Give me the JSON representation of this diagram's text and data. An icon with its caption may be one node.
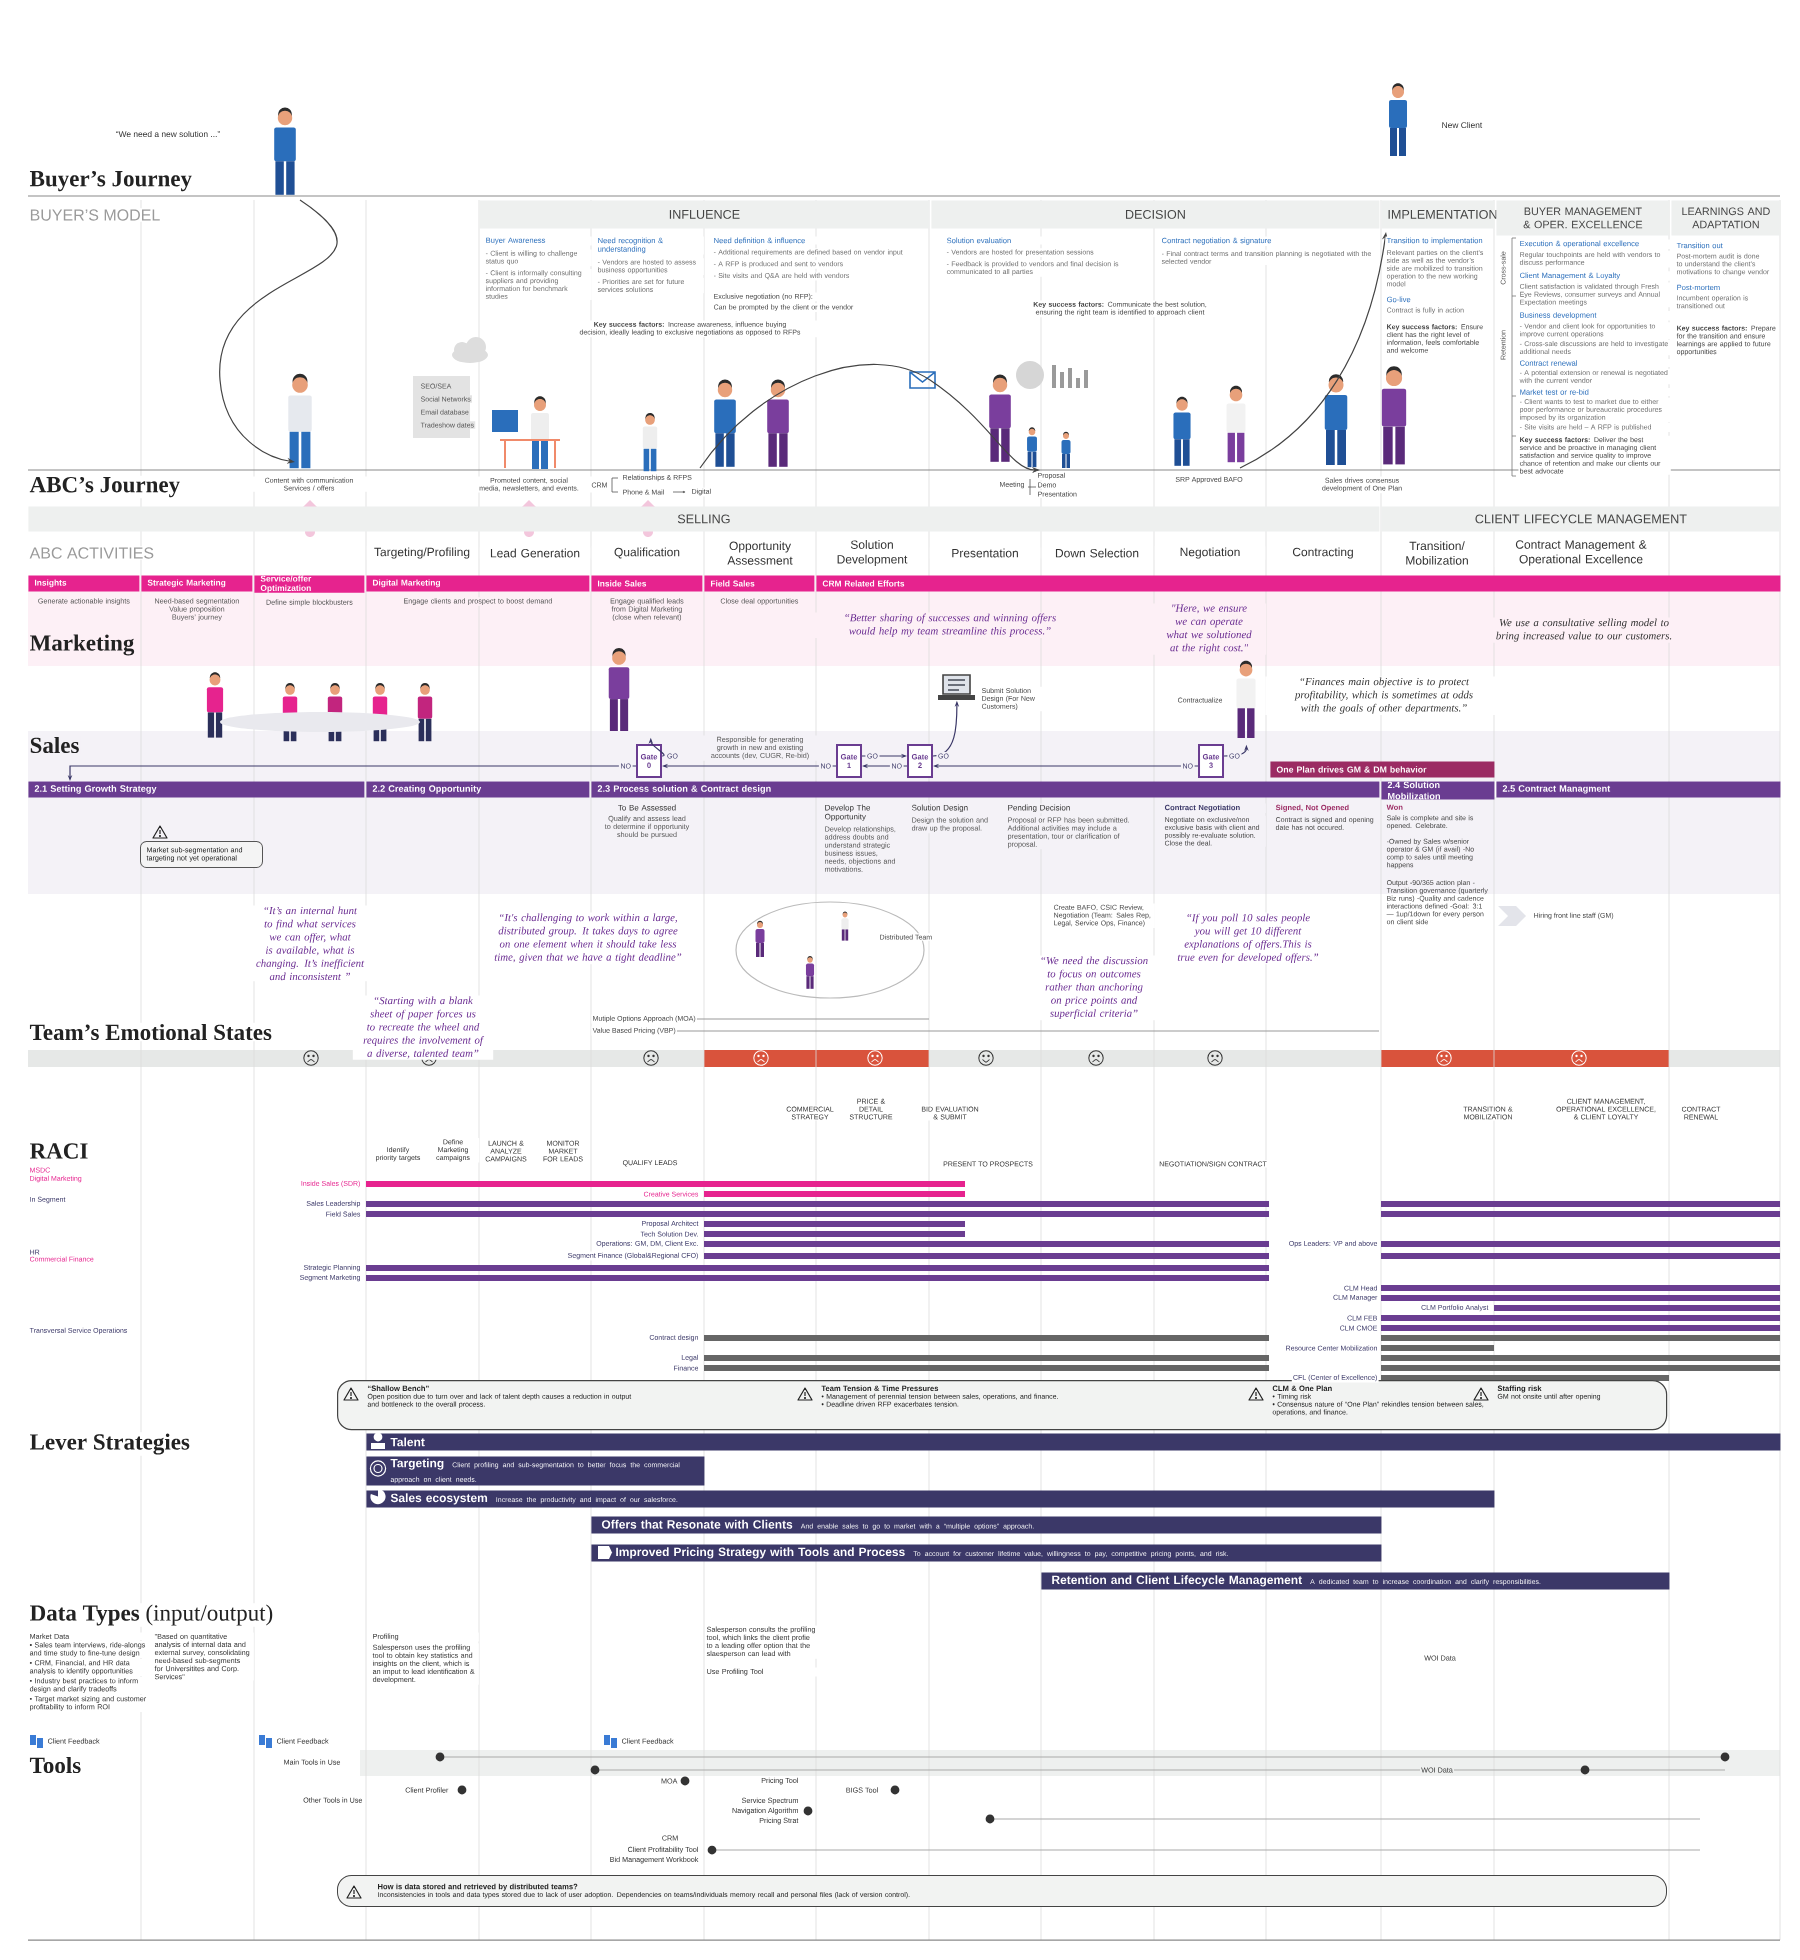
{
  "diagram": {
    "nodes": [
      {
        "text": [
          "INFLUENCE"
        ]
      },
      {
        "text": [
          "DECISION"
        ]
      },
      {
        "text": [
          "IMPLEMENTATION"
        ]
      },
      {
        "text": [
          "BUYER MANAGEMENT & OPER. EXCELLENCE"
        ]
      },
      {
        "text": [
          "LEARNINGS AND ADAPTATION"
        ]
      },
      {
        "text": [
          "SELLING"
        ]
      },
      {
        "text": [
          "CLIENT LIFECYCLE MANAGEMENT"
        ]
      },
      {
        "text": [
          "Insights"
        ],
        "beside": [
          "Generate actionable insights"
        ]
      },
      {
        "text": [
          "Strategic Marketing"
        ],
        "beside": [
          "Need-based segmentation Value proposition Buyers’ journey"
        ]
      },
      {
        "text": [
          "Service/offer Optimization"
        ],
        "beside": [
          "Define simple blockbusters"
        ]
      },
      {
        "text": [
          "Digital Marketing"
        ],
        "beside": [
          "Engage clients and prospect to boost demand"
        ]
      },
      {
        "text": [
          "Inside Sales"
        ],
        "beside": [
          "Engage qualified leads from Digital Marketing (close when relevant)"
        ]
      },
      {
        "text": [
          "Field Sales"
        ],
        "beside": [
          "Close deal opportunities"
        ]
      },
      {
        "text": [
          "CRM Related Efforts"
        ]
      },
      {
        "text": [
          "Gate 0"
        ]
      },
      {
        "text": [
          "Gate 1"
        ]
      },
      {
        "text": [
          "Gate 2"
        ]
      },
      {
        "text": [
          "Gate 3"
        ]
      },
      {
        "text": [],
        "shape": "person"
      },
      {
        "text": [],
        "shape": "picture"
      },
      {
        "text": [],
        "shape": "person"
      },
      {
        "text": [
          "2.1 Setting Growth Strategy"
        ]
      },
      {
        "text": [
          "2.2 Creating Opportunity"
        ]
      },
      {
        "text": [
          "2.3 Process solution & Contract design"
        ]
      },
      {
        "text": [
          "2.4 Solution Mobilization"
        ]
      },
      {
        "text": [
          "2.5 Contract Managment"
        ]
      },
      {
        "text": [
          "One Plan drives GM & DM behavior"
        ]
      },
      {
        "text": [
          "Market sub-segmentation and targeting not yet operational"
        ]
      },
      {
        "text": [
          "Talent"
        ]
      },
      {
        "text": [
          "Targeting",
          "Client profiling and sub-segmentation to better focus the commercial approach on client needs."
        ]
      },
      {
        "text": [
          "Sales ecosystem",
          "Increase the productivity and impact of our salesforce."
        ]
      },
      {
        "text": [
          "Offers that Resonate with Clients",
          "And enable sales to go to market with a “multiple options” approach."
        ]
      },
      {
        "text": [
          "Improved Pricing Strategy with Tools and Process",
          "To account for customer lifetime value, willingness to pay, competitive pricing points, and risk."
        ]
      },
      {
        "text": [
          "Retention and Client Lifecycle Management",
          "A dedicated team to increase coordination and clarify responsibilities."
        ]
      },
      {
        "text": [],
        "shape": "box"
      },
      {
        "text": [
          "“Shallow Bench”",
          "Open position due to turn over and lack of talent depth causes a reduction in output and bottleneck to the overall process."
        ],
        "in": 34
      },
      {
        "text": [
          "Team Tension & Time Pressures",
          "• Management of perennial tension between sales, operations, and finance.",
          "• Deadline driven RFP exacerbates tension."
        ],
        "in": 34
      },
      {
        "text": [
          "CLM & One Plan",
          "• Timing risk",
          "• Consensus nature of “One Plan” rekindles tension between sales, operations, and finance."
        ],
        "in": 34
      },
      {
        "text": [
          "Staffing risk",
          "GM not onsite until after opening"
        ],
        "in": 34
      },
      {
        "text": [
          "How is data stored and retrieved by distributed teams?",
          "Inconsistencies in tools and data types stored due to lack of user adoption. Dependencies on teams/individuals memory recall and personal files (lack of version control)."
        ]
      }
    ],
    "edges": [
      {
        "from": 14,
        "to": 21,
        "arrow": "to",
        "label": "NO"
      },
      {
        "from": 14,
        "to": 18,
        "arrow": "to",
        "label": "GO"
      },
      {
        "from": 15,
        "to": 14,
        "arrow": "to",
        "label": "NO"
      },
      {
        "from": 15,
        "to": 16,
        "arrow": "to",
        "label": "GO"
      },
      {
        "from": 16,
        "to": 15,
        "arrow": "to",
        "label": "NO"
      },
      {
        "from": 16,
        "to": 19,
        "arrow": "to",
        "label": "GO"
      },
      {
        "from": 17,
        "to": 16,
        "arrow": "to",
        "label": "NO"
      },
      {
        "from": 17,
        "to": 20,
        "arrow": "to",
        "label": "GO"
      }
    ],
    "labels": [
      "“We need a new solution ...”",
      "New Client",
      "Buyer’s Journey",
      "BUYER’S MODEL",
      "Buyer Awareness",
      "- Client is willing to challenge status quo",
      "- Client is informally consulting suppliers and providing information for benchmark studies",
      "Need recognition & understanding",
      "- Vendors are hosted to assess business opportunities",
      "- Priorities are set for future services solutions",
      "Need definition & influence",
      "- Additional requirements are defined based on vendor input",
      "- A RFP is produced and sent to vendors",
      "- Site visits and Q&A are held with vendors",
      "Exclusive negotiation (no RFP):",
      "Can be prompted by the client or the vendor",
      "**Key success factors:** Increase awareness, influence buying decision, ideally leading to exclusive negotiations as opposed to RFPs",
      "Solution evaluation",
      "- Vendors are hosted for presentation sessions",
      "- Feedback is provided to vendors and final decision is communicated to all parties",
      "Contract negotiation & signature",
      "- Final contract terms and transition planning is negotiated with the selected vendor",
      "**Key success factors:** Communicate the best solution, ensuring the right team is identified to approach client",
      "Transition to implementation",
      "Relevant parties on the client’s side as well as the vendor’s side are mobilized to transition operation to the new working model",
      "Go-live",
      "Contract is fully in action",
      "**Key success factors:** Ensure client has the right level of information, feels comfortable and welcome",
      "Execution & operational excellence",
      "Regular touchpoints are held with vendors to discuss performance",
      "Client Management & Loyalty",
      "Client satisfaction is validated through Fresh Eye Reviews, consumer surveys and Annual Expectation meetings",
      "Business development",
      "- Vendor and client look for opportunities to improve current operations",
      "- Cross-sale discussions are held to investigate additional needs",
      "Contract renewal",
      "- A potential extension or renewal is negotiated with the current vendor",
      "Market test or re-bid",
      "- Client wants to test to market due to either poor performance or bureaucratic procedures imposed by its organization",
      "- Site visits are held – A RFP is published",
      "**Key success factors:** Deliver the best service and be proactive in managing client satisfaction and service quality to improve chance of retention and make our clients our best advocate",
      "Cross-sale",
      "Retention",
      "Transition out",
      "Post-mortem audit is done to understand the client’s motivations to change vendor",
      "Post-mortem",
      "Incumbent operation is transitioned out",
      "**Key success factors:** Prepare for the transition and ensure learnings are applied to future opportunities",
      "SEO/SEA",
      "Social Networks",
      "Email database",
      "Tradeshow dates",
      "ABC’s Journey",
      "Content with communication Services / offers",
      "Promoted content, social media, newsletters, and events.",
      "CRM",
      "Relationships & RFPS",
      "Phone & Mail",
      "Digital",
      "Meeting",
      "Proposal",
      "Demo",
      "Presentation",
      "SRP Approved BAFO",
      "Sales drives consensus development of One Plan",
      "ABC ACTIVITIES",
      "Targeting/Profiling",
      "Lead Generation",
      "Qualification",
      "Opportunity Assessment",
      "Solution Development",
      "Presentation",
      "Down Selection",
      "Negotiation",
      "Contracting",
      "Transition/ Mobilization",
      "Contract Management & Operational Excellence",
      "Marketing",
      "“Better sharing of successes and winning offers would help my team streamline this process.”",
      "\"Here, we ensure we can operate what we solutioned at the right cost.\"",
      "We use a consultative selling model to bring increased value to our customers.",
      "“Finances main objective is to protect profitability, which is sometimes at odds with the goals of other departments.”",
      "Submit Solution Design (For New Customers)",
      "Contractualize",
      "Sales",
      "Responsible for generating growth in new and existing accounts (dev, CUGR, Re-bid)",
      "To Be Assessed",
      "Qualify and assess lead to determine if opportunity should be pursued",
      "Develop The Opportunity",
      "Develop relationships, address doubts and understand strategic business issues, needs, objections and motivations.",
      "Solution Design",
      "Design the solution and draw up the proposal.",
      "Pending Decision",
      "Proposal or RFP has been submitted. Additional activities may include a presentation, tour or clarification of proposal.",
      "Contract Negotiation",
      "Negotiate on exclusive/non exclusive basis with client and possibly re-evaluate solution. Close the deal.",
      "Signed, Not Opened",
      "Contract is signed and opening date has not occured.",
      "Won",
      "Sale is complete and site is opened. Celebrate.",
      "-Owned by Sales w/senior operator & GM (if avail) -No comp to sales until meeting happens",
      "Output -90/365 action plan -Transition governance (quarterly Biz runs) -Quality and cadence interactions defined -Goal: 3:1 — 1up/1down for every person on client side",
      "Hiring front line staff (GM)",
      "Create BAFO, CSIC Review, Negotiation (Team: Sales Rep, Legal, Service Ops, Finance)",
      "Distributed Team",
      "“It’s an internal hunt to find what services we can offer, what is available, what is changing. It’s inefficient and inconsistent ”",
      "“Starting with a blank sheet of paper forces us to recreate the wheel and requires the involvement of a diverse, talented team”",
      "“It's challenging to work within a large, distributed group. It takes days to agree on one element when it should take less time, given that we have a tight deadline”",
      "“We need the discussion to focus on outcomes rather than anchoring on price points and superficial criteria”",
      "“If you poll 10 sales people you will get 10 different explanations of offers.This is true even for developed offers.”",
      "Mutiple Options Approach (MOA)",
      "Value Based Pricing (VBP)",
      "Team’s Emotional States",
      "RACI",
      "MSDC",
      "Digital Marketing",
      "In Segment",
      "HR",
      "Commercial Finance",
      "Transversal Service Operations",
      "Identify priority targets",
      "Define Marketing campaigns",
      "LAUNCH & ANALYZE CAMPAIGNS",
      "MONITOR MARKET FOR LEADS",
      "QUALIFY LEADS",
      "COMMERCIAL STRATEGY",
      "PRICE & DETAIL STRUCTURE",
      "BID EVALUATION & SUBMIT",
      "PRESENT TO PROSPECTS",
      "NEGOTIATION/SIGN CONTRACT",
      "TRANSITION & MOBILIZATION",
      "CLIENT MANAGEMENT, OPERATIONAL EXCELLENCE, & CLIENT LOYALTY",
      "CONTRACT RENEWAL",
      "Inside Sales (SDR)",
      "Creative Services",
      "Sales Leadership",
      "Field Sales",
      "Proposal Architect",
      "Tech Solution Dev.",
      "Operations: GM, DM, Client Exc.",
      "Ops Leaders: VP and above",
      "Segment Finance (Global&Regional CFO)",
      "Strategic Planning",
      "Segment Marketing",
      "CLM Head",
      "CLM Manager",
      "CLM Portfolio Analyst",
      "CLM FEB",
      "CLM CMOE",
      "Contract design",
      "Resource Center Mobilization",
      "Legal",
      "Finance",
      "CFL (Center of Excellence)",
      "Lever Strategies",
      "**Data Types** (input/output)",
      "Market Data",
      "• Sales team interviews, ride-alongs and time study to fine-tune design",
      "• CRM, Financial, and HR data analysis to identify opportunities",
      "• Industry best practices to inform design and clarify tradeoffs",
      "• Target market sizing and customer profitability to inform ROI",
      "\"Based on quantitative analysis of internal data and external survey, consolidating need-based sub-segments for Universitites and Corp. Services\"",
      "Profiling",
      "Salesperson uses the profiling tool to obtain key statistics and insights on the client, which is an imput to lead identification & development.",
      "Salesperson consults the profiling tool, which links the client profie to a leading offer option that the slaesperson can lead with",
      "Use Profiling Tool",
      "WOI Data",
      "Client Feedback",
      "Client Feedback",
      "Client Feedback",
      "Tools",
      "Main Tools in Use",
      "Other Tools in Use",
      "Client Profiler",
      "MOA",
      "Pricing Tool",
      "Service Spectrum",
      "Navigation Algorithm",
      "Pricing Strat",
      "BIGS Tool",
      "CRM",
      "Client Profitability Tool",
      "Bid Management Workbook",
      "WOI Data"
    ]
  }
}
